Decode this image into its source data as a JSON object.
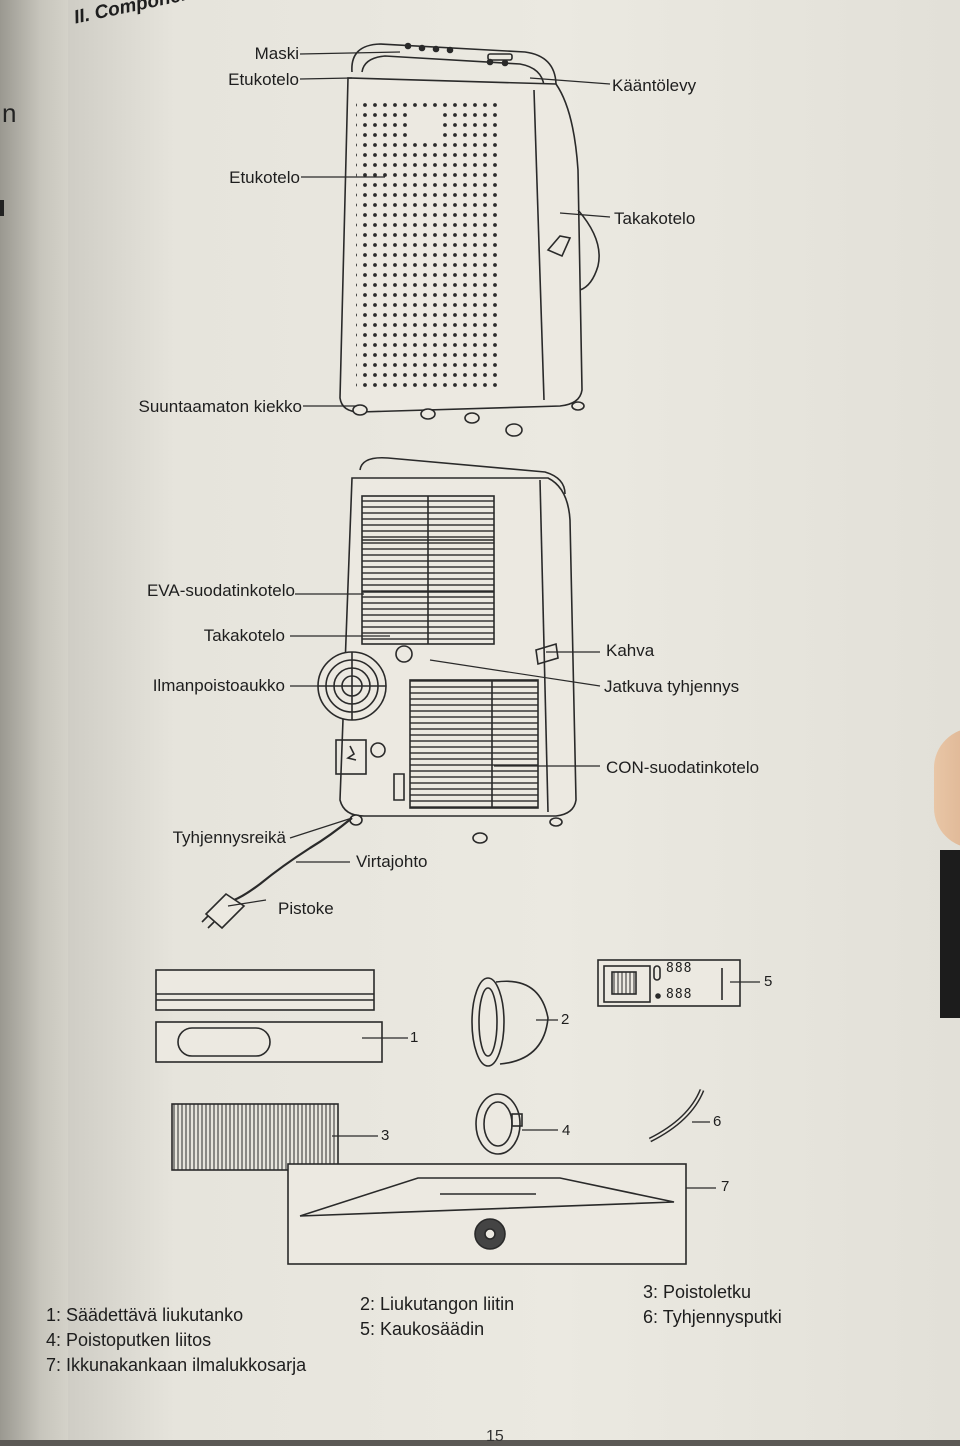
{
  "page": {
    "title": "II. Components",
    "left_page_fragment": "n",
    "page_number": "15"
  },
  "front_view": {
    "labels": {
      "maski": "Maski",
      "etukotelo_top": "Etukotelo",
      "etukotelo_mid": "Etukotelo",
      "suuntaamaton_kiekko": "Suuntaamaton kiekko",
      "kaantolevy": "Kääntölevy",
      "takakotelo": "Takakotelo"
    }
  },
  "rear_view": {
    "labels": {
      "eva_suodatinkotelo": "EVA-suodatinkotelo",
      "takakotelo": "Takakotelo",
      "ilmanpoistoaukko": "Ilmanpoistoaukko",
      "tyhjennysreika": "Tyhjennysreikä",
      "virtajohto": "Virtajohto",
      "pistoke": "Pistoke",
      "kahva": "Kahva",
      "jatkuva_tyhjennys": "Jatkuva tyhjennys",
      "con_suodatinkotelo": "CON-suodatinkotelo"
    }
  },
  "accessories": {
    "numbers": [
      "1",
      "2",
      "3",
      "4",
      "5",
      "6",
      "7"
    ],
    "remote_display": {
      "top": "888",
      "bottom": "888"
    }
  },
  "legend": {
    "col1": [
      "1: Säädettävä liukutanko",
      "4: Poistoputken liitos",
      "7: Ikkunakankaan ilmalukkosarja"
    ],
    "col2": [
      "2: Liukutangon liitin",
      "5: Kaukosäädin"
    ],
    "col3": [
      "3: Poistoletku",
      "6: Tyhjennysputki"
    ]
  },
  "colors": {
    "paper": "#ebe9e1",
    "ink": "#1e1e1e",
    "line": "#2a2a2a"
  }
}
